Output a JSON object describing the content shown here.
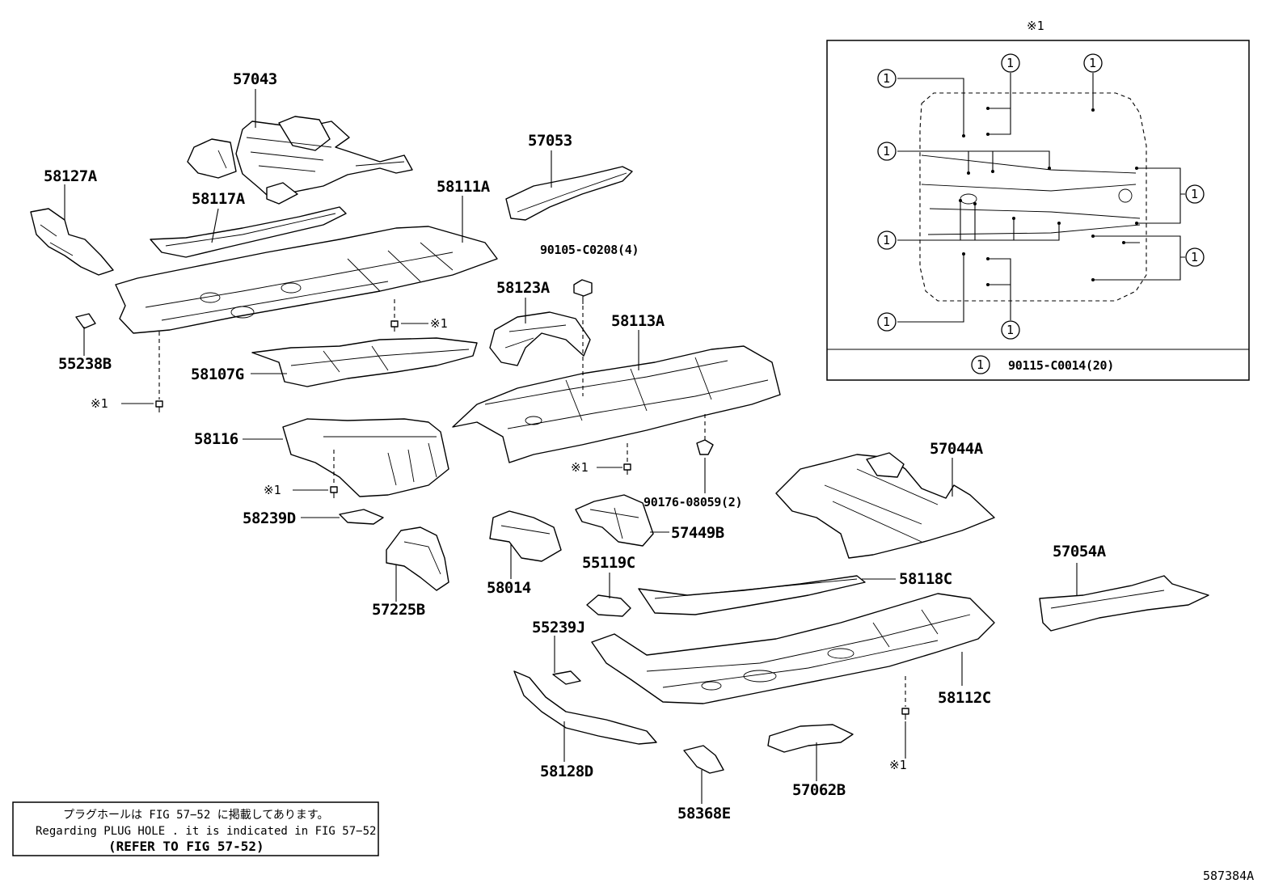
{
  "parts": {
    "p57043": "57043",
    "p58127A": "58127A",
    "p58117A": "58117A",
    "p58111A": "58111A",
    "p57053": "57053",
    "p90105": "90105-C0208(4)",
    "p58123A": "58123A",
    "p58113A": "58113A",
    "p55238B": "55238B",
    "p58107G": "58107G",
    "p58116": "58116",
    "p58239D": "58239D",
    "p57225B": "57225B",
    "p58014": "58014",
    "p57449B": "57449B",
    "p55119C": "55119C",
    "p90176": "90176-08059(2)",
    "p57044A": "57044A",
    "p58118C": "58118C",
    "p57054A": "57054A",
    "p55239J": "55239J",
    "p58112C": "58112C",
    "p58128D": "58128D",
    "p58368E": "58368E",
    "p57062B": "57062B"
  },
  "markers": {
    "ref_mark": "※1",
    "circle_one": "1"
  },
  "inset": {
    "title": "※1",
    "legend_part": "90115-C0014(20)"
  },
  "note": {
    "line_ja": "プラグホールは FIG 57−52 に掲載してあります。",
    "line_en": "Regarding  PLUG  HOLE . it is indicated in FIG  57−52",
    "line_ref": "(REFER TO FIG 57-52)"
  },
  "figure_id": "587384A"
}
